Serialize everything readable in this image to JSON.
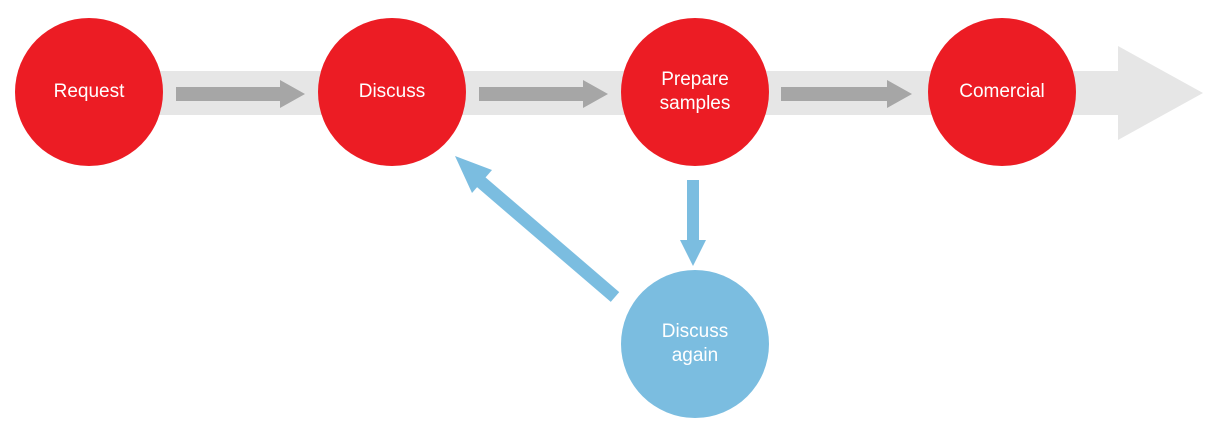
{
  "colors": {
    "main_node": "#ec1c24",
    "loop_node": "#7bbde0",
    "backbone": "#e6e6e6",
    "step_arrow": "#a6a6a6",
    "loop_arrow": "#7bbde0",
    "label": "#ffffff"
  },
  "nodes": {
    "request": {
      "label": "Request"
    },
    "discuss": {
      "label": "Discuss"
    },
    "prepare_samples": {
      "label": "Prepare\nsamples"
    },
    "comercial": {
      "label": "Comercial"
    },
    "discuss_again": {
      "label": "Discuss\nagain"
    }
  },
  "edges": [
    {
      "from": "request",
      "to": "discuss"
    },
    {
      "from": "discuss",
      "to": "prepare_samples"
    },
    {
      "from": "prepare_samples",
      "to": "comercial"
    },
    {
      "from": "prepare_samples",
      "to": "discuss_again"
    },
    {
      "from": "discuss_again",
      "to": "discuss"
    }
  ]
}
